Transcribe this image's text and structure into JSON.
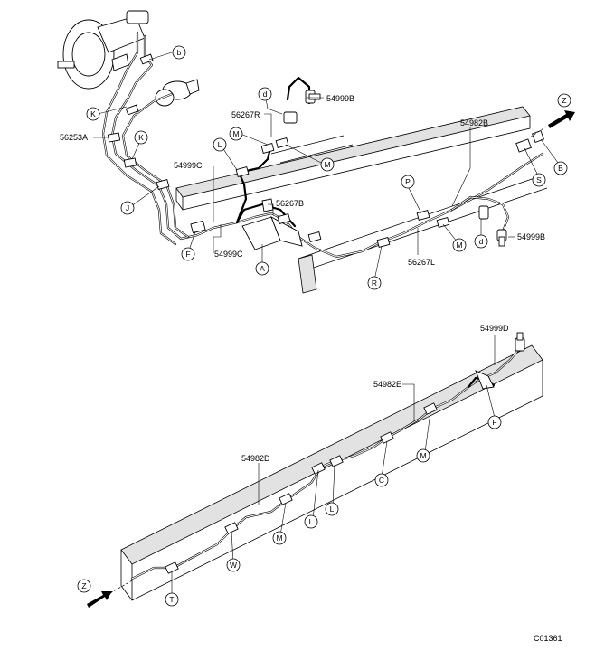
{
  "top_view": {
    "part_labels": {
      "p54999B_top": "54999B",
      "p56267R": "56267R",
      "p56253A": "56253A",
      "p54999C_1": "54999C",
      "p54999C_2": "54999C",
      "p56267B": "56267B",
      "p54982B": "54982B",
      "p56267L": "56267L",
      "p54999B_right": "54999B"
    },
    "callouts": {
      "b": "b",
      "d1": "d",
      "K1": "K",
      "K2": "K",
      "M1": "M",
      "M2": "M",
      "L": "L",
      "J": "J",
      "F": "F",
      "A": "A",
      "R": "R",
      "P": "P",
      "M3": "M",
      "d2": "d",
      "S": "S",
      "B": "B",
      "Z": "Z"
    }
  },
  "bottom_view": {
    "part_labels": {
      "p54999D": "54999D",
      "p54982E": "54982E",
      "p54982D": "54982D"
    },
    "callouts": {
      "F": "F",
      "M1": "M",
      "C": "C",
      "L1": "L",
      "L2": "L",
      "M2": "M",
      "W": "W",
      "T": "T",
      "Z": "Z"
    }
  },
  "figure_code": "C01361"
}
